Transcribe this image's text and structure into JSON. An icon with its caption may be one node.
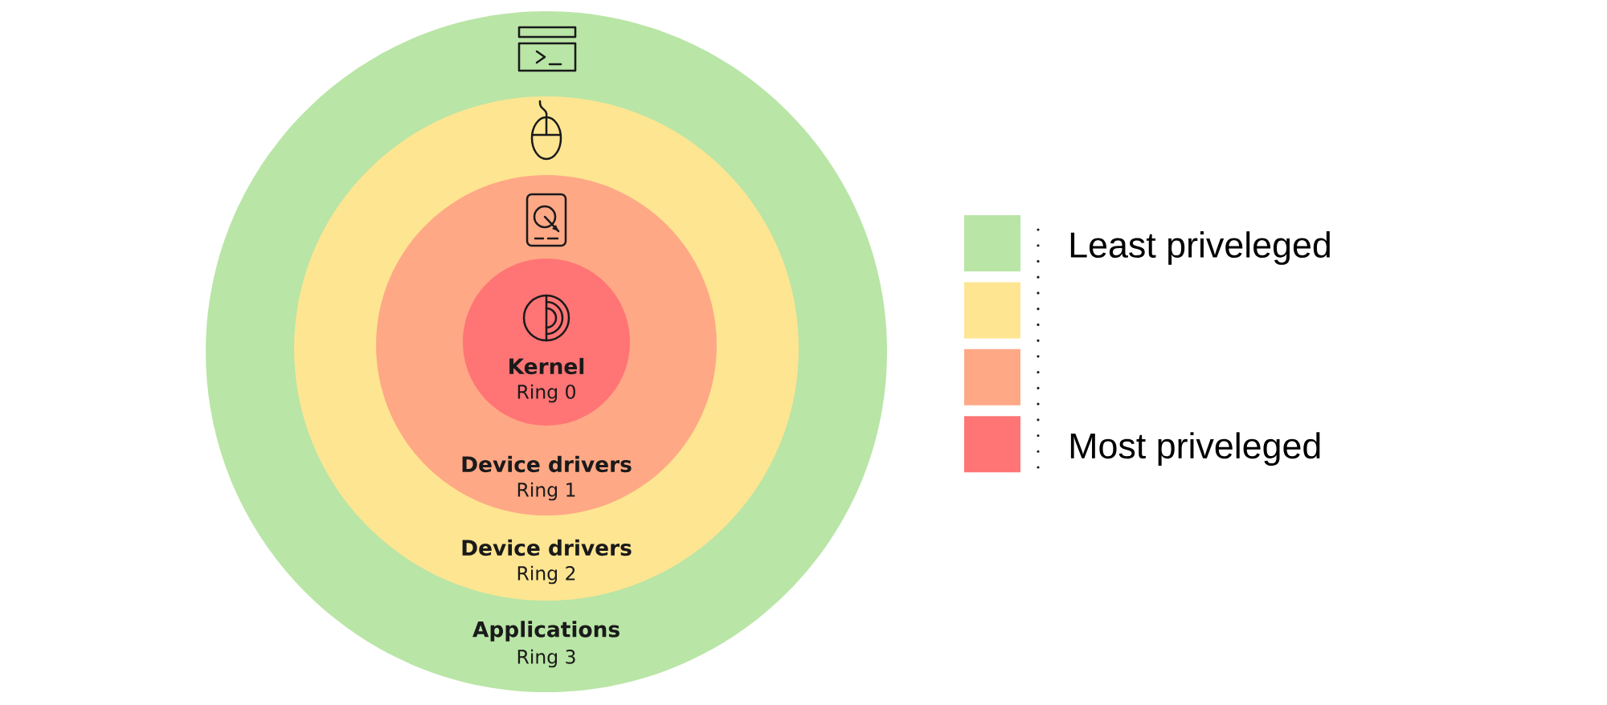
{
  "diagram": {
    "nodes": [
      {
        "text": [
          "Applications",
          "Ring 3"
        ]
      },
      {
        "text": [
          "Device drivers",
          "Ring 2"
        ],
        "in": 0
      },
      {
        "text": [
          "Device drivers",
          "Ring 1"
        ],
        "in": 1
      },
      {
        "text": [
          "Kernel",
          "Ring 0"
        ],
        "in": 2
      }
    ],
    "legend": [
      {
        "text": "Least priveleged",
        "color": "#b9e5a6"
      },
      {
        "text": "Most priveleged",
        "color": "#ff7475"
      }
    ]
  }
}
